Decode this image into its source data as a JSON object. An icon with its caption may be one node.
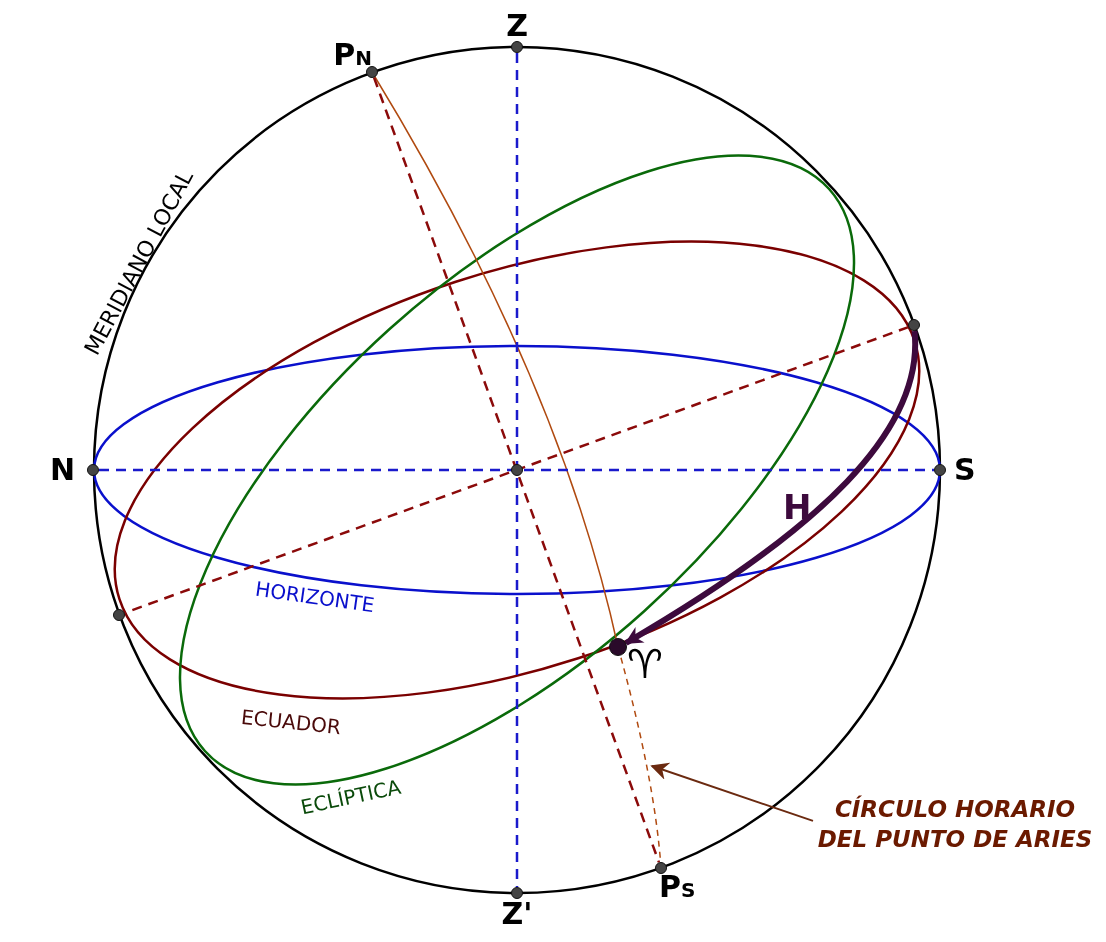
{
  "diagram": {
    "nodes": [
      {
        "text": [
          "Z"
        ]
      },
      {
        "text": [
          "P$_{N}$"
        ]
      },
      {
        "text": [
          "N"
        ]
      },
      {
        "text": [
          "S"
        ]
      },
      {
        "text": [
          "Z'"
        ]
      },
      {
        "text": [
          "P$_{S}$"
        ]
      },
      {
        "text": [],
        "shape": "circle"
      },
      {
        "text": [],
        "shape": "circle"
      },
      {
        "text": [],
        "shape": "circle"
      },
      {
        "text": [
          "♈"
        ]
      },
      {
        "text": [
          "CÍRCULO HORARIO DEL PUNTO DE ARIES"
        ]
      }
    ],
    "edges": [
      {
        "from": 0,
        "to": 4,
        "arrow": "none",
        "style": "dashed",
        "color": "#1a1acc"
      },
      {
        "from": 2,
        "to": 3,
        "arrow": "none",
        "style": "dashed",
        "color": "#1a1acc"
      },
      {
        "from": 1,
        "to": 5,
        "arrow": "none",
        "style": "dashed",
        "color": "#8b0a0a"
      },
      {
        "from": 7,
        "to": 8,
        "arrow": "none",
        "style": "dashed",
        "color": "#8b0a0a"
      },
      {
        "from": 7,
        "to": 9,
        "arrow": "to",
        "label": "H",
        "style": "thick",
        "color": "#3d0a3d"
      },
      {
        "from": 10,
        "to": null,
        "arrow": "to",
        "color": "#6b2a10"
      }
    ],
    "labels": [
      "MERIDIANO LOCAL",
      "HORIZONTE",
      "ECUADOR",
      "ECLÍPTICA"
    ]
  }
}
